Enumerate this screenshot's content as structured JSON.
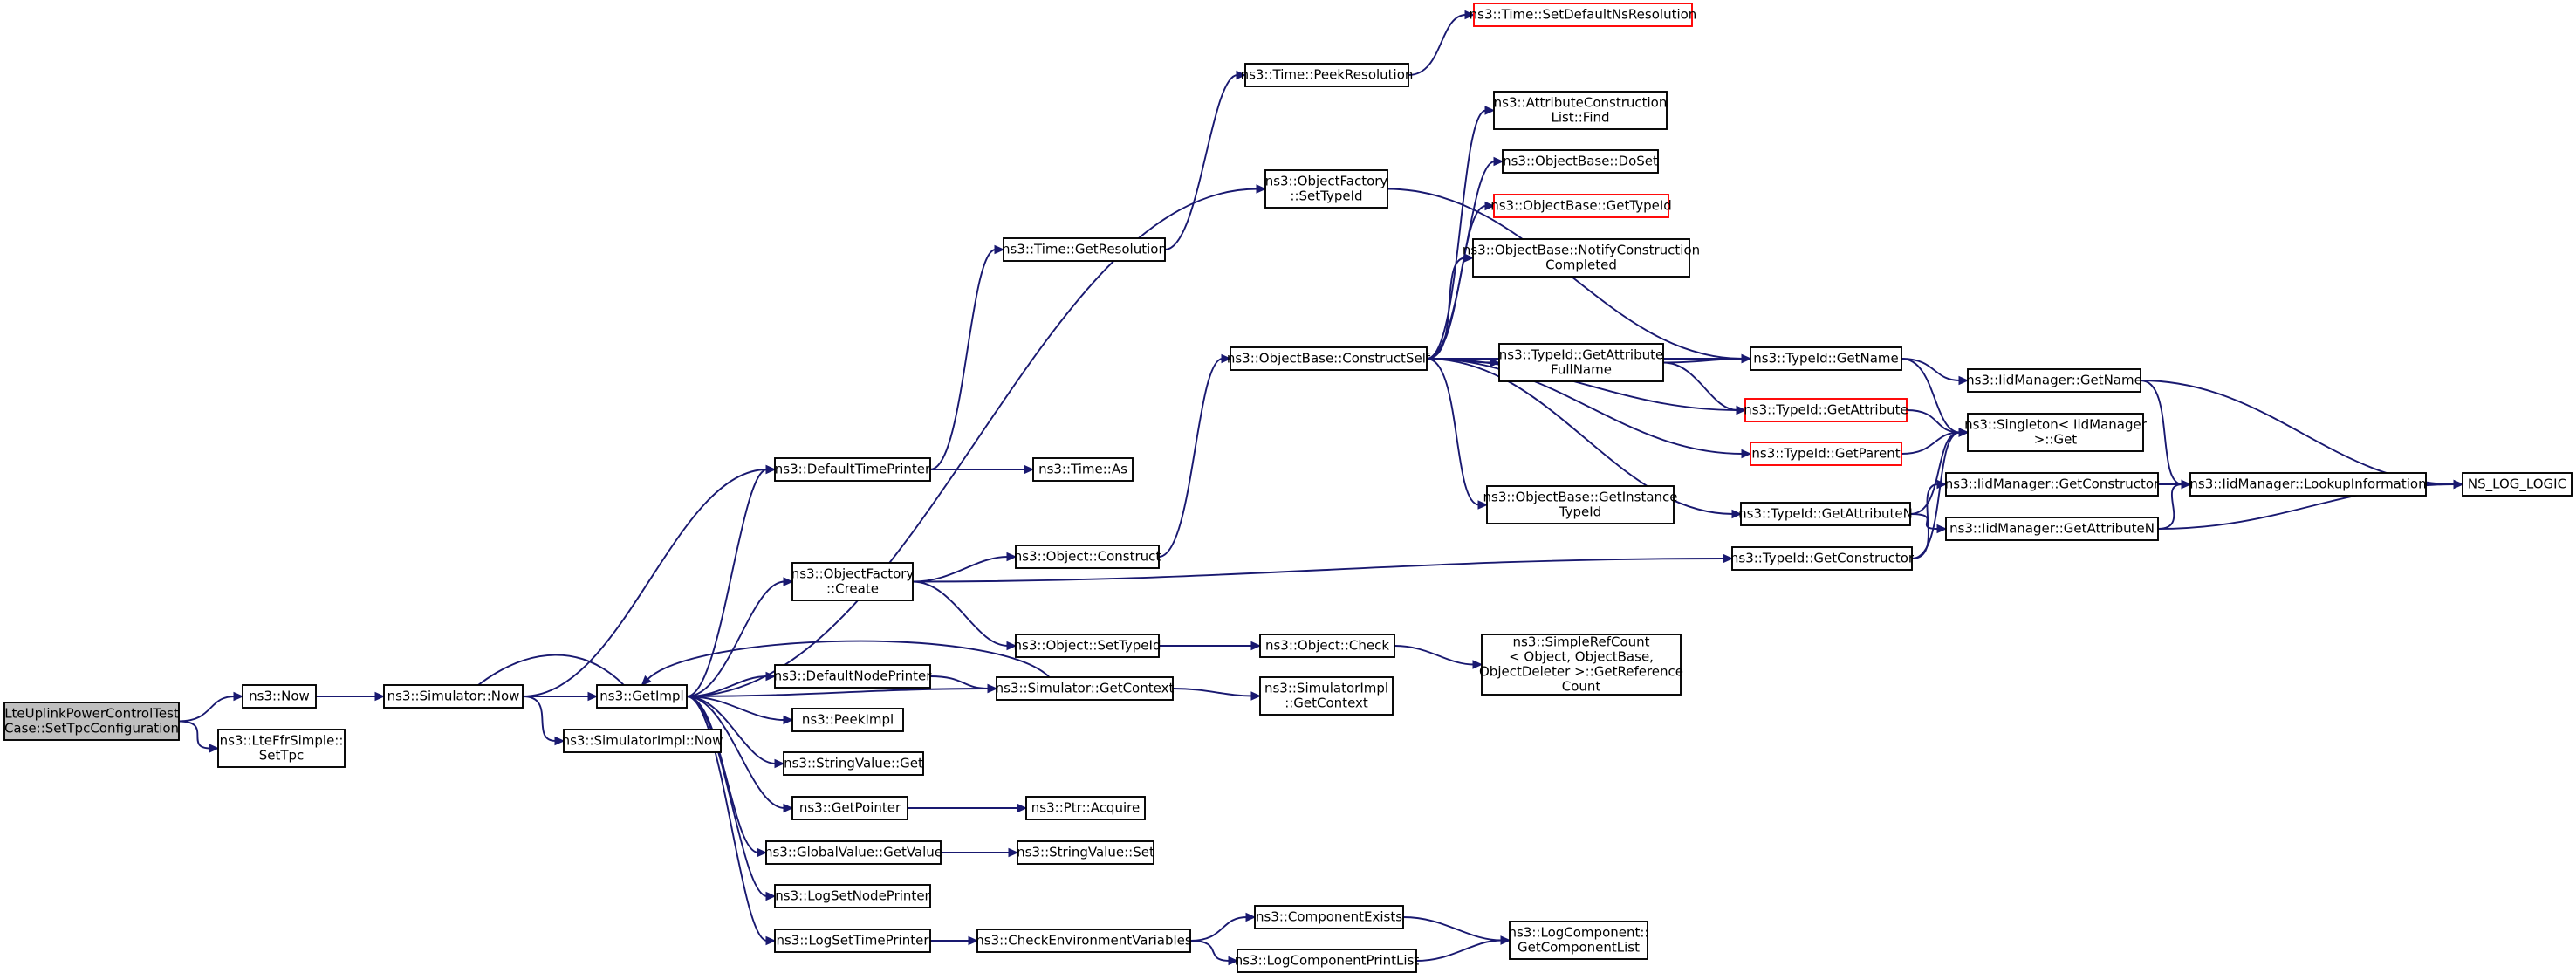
{
  "graph": {
    "colors": {
      "edge": "#191970",
      "box_border": "#000000",
      "truncated_border": "#ff0000",
      "root_fill": "#bfbfbf"
    },
    "nodes": [
      {
        "id": "root",
        "lines": [
          "LteUplinkPowerControlTest",
          "Case::SetTpcConfiguration"
        ],
        "root": true
      },
      {
        "id": "ns3Now",
        "lines": [
          "ns3::Now"
        ]
      },
      {
        "id": "lteFfr",
        "lines": [
          "ns3::LteFfrSimple::",
          "SetTpc"
        ]
      },
      {
        "id": "simNow",
        "lines": [
          "ns3::Simulator::Now"
        ]
      },
      {
        "id": "getImpl",
        "lines": [
          "ns3::GetImpl"
        ]
      },
      {
        "id": "simImplNow",
        "lines": [
          "ns3::SimulatorImpl::Now"
        ]
      },
      {
        "id": "defTimePrinter",
        "lines": [
          "ns3::DefaultTimePrinter"
        ]
      },
      {
        "id": "timeAs",
        "lines": [
          "ns3::Time::As"
        ]
      },
      {
        "id": "timeGetRes",
        "lines": [
          "ns3::Time::GetResolution"
        ]
      },
      {
        "id": "timePeekRes",
        "lines": [
          "ns3::Time::PeekResolution"
        ]
      },
      {
        "id": "timeSetDef",
        "lines": [
          "ns3::Time::SetDefaultNsResolution"
        ],
        "truncated": true
      },
      {
        "id": "objFactCreate",
        "lines": [
          "ns3::ObjectFactory",
          "::Create"
        ]
      },
      {
        "id": "objConstruct",
        "lines": [
          "ns3::Object::Construct"
        ]
      },
      {
        "id": "objSetTypeId",
        "lines": [
          "ns3::Object::SetTypeId"
        ]
      },
      {
        "id": "objCheck",
        "lines": [
          "ns3::Object::Check"
        ]
      },
      {
        "id": "simpleRef",
        "lines": [
          "ns3::SimpleRefCount",
          "< Object, ObjectBase,",
          "ObjectDeleter >::GetReference",
          "Count"
        ]
      },
      {
        "id": "objFactSetTypeId",
        "lines": [
          "ns3::ObjectFactory",
          "::SetTypeId"
        ]
      },
      {
        "id": "objBaseConstructSelf",
        "lines": [
          "ns3::ObjectBase::ConstructSelf"
        ]
      },
      {
        "id": "attrConstrFind",
        "lines": [
          "ns3::AttributeConstruction",
          "List::Find"
        ]
      },
      {
        "id": "objBaseDoSet",
        "lines": [
          "ns3::ObjectBase::DoSet"
        ]
      },
      {
        "id": "objBaseGetTypeId",
        "lines": [
          "ns3::ObjectBase::GetTypeId"
        ],
        "truncated": true
      },
      {
        "id": "objBaseNotify",
        "lines": [
          "ns3::ObjectBase::NotifyConstruction",
          "Completed"
        ]
      },
      {
        "id": "typeIdGetAttrFull",
        "lines": [
          "ns3::TypeId::GetAttribute",
          "FullName"
        ]
      },
      {
        "id": "typeIdGetName",
        "lines": [
          "ns3::TypeId::GetName"
        ]
      },
      {
        "id": "typeIdGetAttr",
        "lines": [
          "ns3::TypeId::GetAttribute"
        ],
        "truncated": true
      },
      {
        "id": "typeIdGetParent",
        "lines": [
          "ns3::TypeId::GetParent"
        ],
        "truncated": true
      },
      {
        "id": "objBaseGetInst",
        "lines": [
          "ns3::ObjectBase::GetInstance",
          "TypeId"
        ]
      },
      {
        "id": "typeIdGetAttrN",
        "lines": [
          "ns3::TypeId::GetAttributeN"
        ]
      },
      {
        "id": "typeIdGetConstr",
        "lines": [
          "ns3::TypeId::GetConstructor"
        ]
      },
      {
        "id": "iidGetName",
        "lines": [
          "ns3::IidManager::GetName"
        ]
      },
      {
        "id": "singleton",
        "lines": [
          "ns3::Singleton< IidManager",
          ">::Get"
        ]
      },
      {
        "id": "iidGetConstr",
        "lines": [
          "ns3::IidManager::GetConstructor"
        ]
      },
      {
        "id": "iidGetAttrN",
        "lines": [
          "ns3::IidManager::GetAttributeN"
        ]
      },
      {
        "id": "iidLookup",
        "lines": [
          "ns3::IidManager::LookupInformation"
        ]
      },
      {
        "id": "nsLog",
        "lines": [
          "NS_LOG_LOGIC"
        ]
      },
      {
        "id": "defNodePrinter",
        "lines": [
          "ns3::DefaultNodePrinter"
        ]
      },
      {
        "id": "simGetContext",
        "lines": [
          "ns3::Simulator::GetContext"
        ]
      },
      {
        "id": "simImplGetContext",
        "lines": [
          "ns3::SimulatorImpl",
          "::GetContext"
        ]
      },
      {
        "id": "peekImpl",
        "lines": [
          "ns3::PeekImpl"
        ]
      },
      {
        "id": "strValGet",
        "lines": [
          "ns3::StringValue::Get"
        ]
      },
      {
        "id": "getPointer",
        "lines": [
          "ns3::GetPointer"
        ]
      },
      {
        "id": "ptrAcquire",
        "lines": [
          "ns3::Ptr::Acquire"
        ]
      },
      {
        "id": "globalValGet",
        "lines": [
          "ns3::GlobalValue::GetValue"
        ]
      },
      {
        "id": "strValSet",
        "lines": [
          "ns3::StringValue::Set"
        ]
      },
      {
        "id": "logSetNode",
        "lines": [
          "ns3::LogSetNodePrinter"
        ]
      },
      {
        "id": "logSetTime",
        "lines": [
          "ns3::LogSetTimePrinter"
        ]
      },
      {
        "id": "checkEnv",
        "lines": [
          "ns3::CheckEnvironmentVariables"
        ]
      },
      {
        "id": "compExists",
        "lines": [
          "ns3::ComponentExists"
        ]
      },
      {
        "id": "logCompPrint",
        "lines": [
          "ns3::LogComponentPrintList"
        ]
      },
      {
        "id": "logCompGetList",
        "lines": [
          "ns3::LogComponent::",
          "GetComponentList"
        ]
      }
    ],
    "edges": [
      [
        "root",
        "ns3Now"
      ],
      [
        "root",
        "lteFfr"
      ],
      [
        "ns3Now",
        "simNow"
      ],
      [
        "simNow",
        "getImpl"
      ],
      [
        "simNow",
        "simImplNow"
      ],
      [
        "simNow",
        "defTimePrinter"
      ],
      [
        "defTimePrinter",
        "timeAs"
      ],
      [
        "defTimePrinter",
        "timeGetRes"
      ],
      [
        "timeGetRes",
        "timePeekRes"
      ],
      [
        "timePeekRes",
        "timeSetDef"
      ],
      [
        "getImpl",
        "defTimePrinter"
      ],
      [
        "getImpl",
        "simNow"
      ],
      [
        "getImpl",
        "objFactCreate"
      ],
      [
        "getImpl",
        "objFactSetTypeId"
      ],
      [
        "getImpl",
        "defNodePrinter"
      ],
      [
        "getImpl",
        "peekImpl"
      ],
      [
        "getImpl",
        "strValGet"
      ],
      [
        "getImpl",
        "getPointer"
      ],
      [
        "getImpl",
        "globalValGet"
      ],
      [
        "getImpl",
        "logSetNode"
      ],
      [
        "getImpl",
        "logSetTime"
      ],
      [
        "getImpl",
        "simGetContext"
      ],
      [
        "objFactCreate",
        "objConstruct"
      ],
      [
        "objFactCreate",
        "objSetTypeId"
      ],
      [
        "objFactCreate",
        "typeIdGetConstr"
      ],
      [
        "objConstruct",
        "objBaseConstructSelf"
      ],
      [
        "objSetTypeId",
        "objCheck"
      ],
      [
        "objCheck",
        "simpleRef"
      ],
      [
        "objFactSetTypeId",
        "typeIdGetName"
      ],
      [
        "objBaseConstructSelf",
        "attrConstrFind"
      ],
      [
        "objBaseConstructSelf",
        "objBaseDoSet"
      ],
      [
        "objBaseConstructSelf",
        "objBaseGetTypeId"
      ],
      [
        "objBaseConstructSelf",
        "objBaseNotify"
      ],
      [
        "objBaseConstructSelf",
        "typeIdGetAttrFull"
      ],
      [
        "objBaseConstructSelf",
        "typeIdGetName"
      ],
      [
        "objBaseConstructSelf",
        "typeIdGetAttr"
      ],
      [
        "objBaseConstructSelf",
        "typeIdGetParent"
      ],
      [
        "objBaseConstructSelf",
        "objBaseGetInst"
      ],
      [
        "objBaseConstructSelf",
        "typeIdGetAttrN"
      ],
      [
        "typeIdGetAttrFull",
        "typeIdGetName"
      ],
      [
        "typeIdGetAttrFull",
        "typeIdGetAttr"
      ],
      [
        "typeIdGetName",
        "iidGetName"
      ],
      [
        "typeIdGetName",
        "singleton"
      ],
      [
        "typeIdGetAttr",
        "singleton"
      ],
      [
        "typeIdGetParent",
        "singleton"
      ],
      [
        "typeIdGetAttrN",
        "singleton"
      ],
      [
        "typeIdGetAttrN",
        "iidGetAttrN"
      ],
      [
        "typeIdGetConstr",
        "singleton"
      ],
      [
        "typeIdGetConstr",
        "iidGetConstr"
      ],
      [
        "iidGetName",
        "iidLookup"
      ],
      [
        "iidGetName",
        "nsLog"
      ],
      [
        "iidGetConstr",
        "iidLookup"
      ],
      [
        "iidGetAttrN",
        "iidLookup"
      ],
      [
        "iidGetAttrN",
        "nsLog"
      ],
      [
        "iidLookup",
        "nsLog"
      ],
      [
        "defNodePrinter",
        "simGetContext"
      ],
      [
        "simGetContext",
        "simImplGetContext"
      ],
      [
        "simGetContext",
        "getImpl"
      ],
      [
        "getPointer",
        "ptrAcquire"
      ],
      [
        "globalValGet",
        "strValSet"
      ],
      [
        "logSetTime",
        "checkEnv"
      ],
      [
        "checkEnv",
        "compExists"
      ],
      [
        "checkEnv",
        "logCompPrint"
      ],
      [
        "compExists",
        "logCompGetList"
      ],
      [
        "logCompPrint",
        "logCompGetList"
      ]
    ]
  }
}
